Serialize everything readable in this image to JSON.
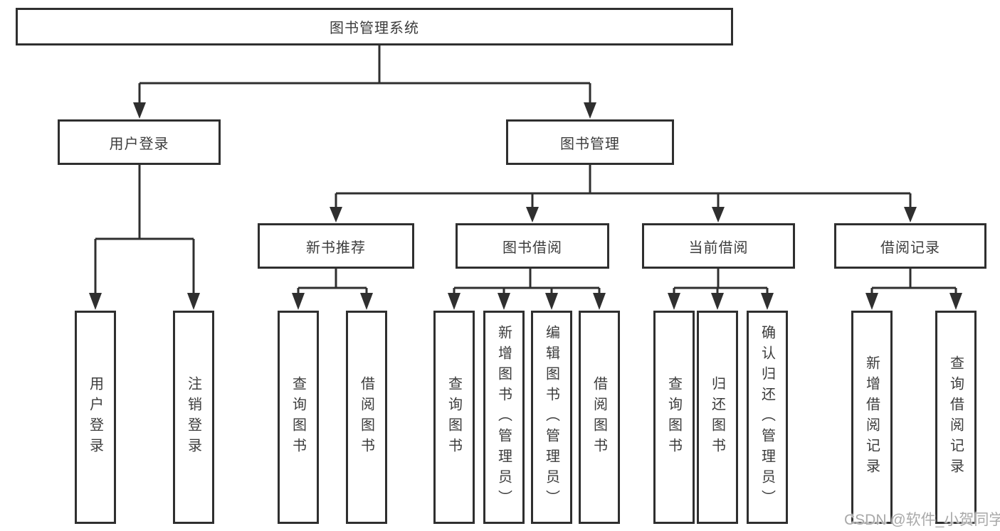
{
  "tree": {
    "label": "图书管理系统",
    "children": [
      {
        "label": "用户登录",
        "children": [
          {
            "label": "用户登录"
          },
          {
            "label": "注销登录"
          }
        ]
      },
      {
        "label": "图书管理",
        "children": [
          {
            "label": "新书推荐",
            "children": [
              {
                "label": "查询图书"
              },
              {
                "label": "借阅图书"
              }
            ]
          },
          {
            "label": "图书借阅",
            "children": [
              {
                "label": "查询图书"
              },
              {
                "label": "新增图书（管理员）"
              },
              {
                "label": "编辑图书（管理员）"
              },
              {
                "label": "借阅图书"
              }
            ]
          },
          {
            "label": "当前借阅",
            "children": [
              {
                "label": "查询图书"
              },
              {
                "label": "归还图书"
              },
              {
                "label": "确认归还（管理员）"
              }
            ]
          },
          {
            "label": "借阅记录",
            "children": [
              {
                "label": "新增借阅记录"
              },
              {
                "label": "查询借阅记录"
              }
            ]
          }
        ]
      }
    ]
  },
  "watermark": {
    "text": "CSDN @软件_小贺同学"
  },
  "colors": {
    "line": "#2f2f2f",
    "box_border": "#2f2f2f",
    "text": "#3c3c3c",
    "background": "#ffffff",
    "watermark": "#a9a9a9"
  }
}
